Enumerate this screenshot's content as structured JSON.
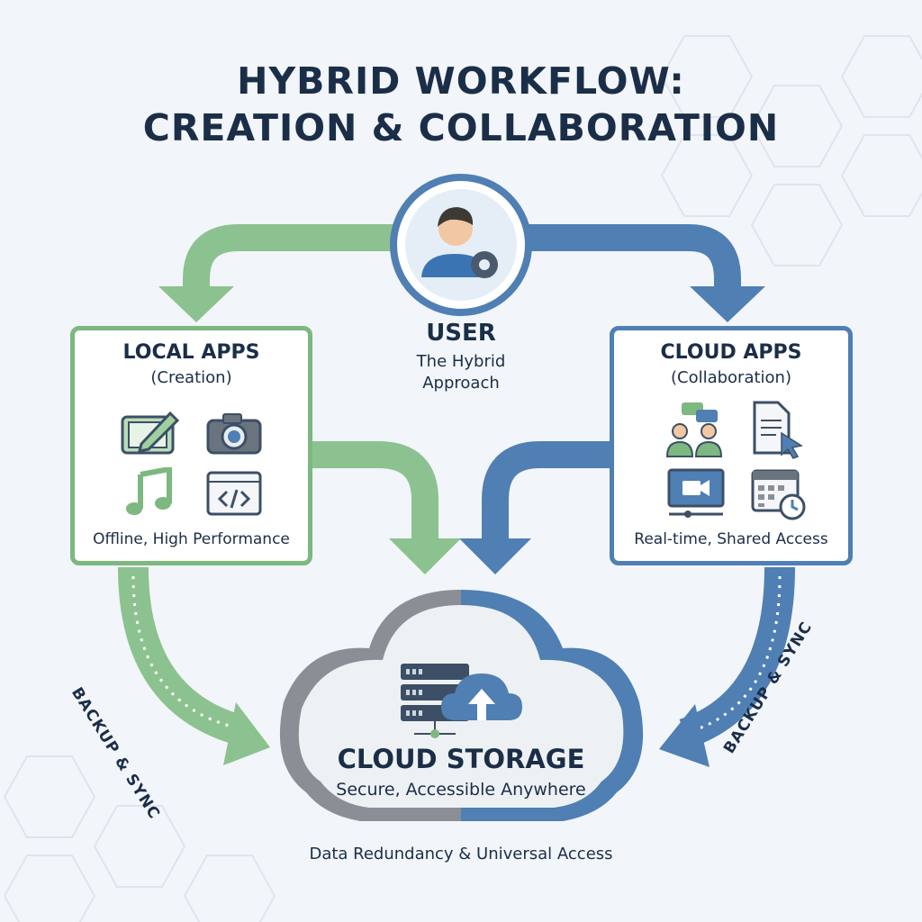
{
  "header": {
    "title_line1": "HYBRID WORKFLOW:",
    "title_line2": "CREATION & COLLABORATION"
  },
  "user": {
    "label": "USER",
    "subtitle_line1": "The Hybrid",
    "subtitle_line2": "Approach",
    "icon": "user-gear-icon"
  },
  "local_apps": {
    "title": "LOCAL APPS",
    "subtitle": "(Creation)",
    "footer": "Offline, High Performance",
    "icons": [
      "tablet-pen-icon",
      "camera-icon",
      "music-note-icon",
      "code-window-icon"
    ]
  },
  "cloud_apps": {
    "title": "CLOUD APPS",
    "subtitle": "(Collaboration)",
    "footer": "Real-time, Shared Access",
    "icons": [
      "team-chat-icon",
      "document-cursor-icon",
      "video-call-icon",
      "calendar-clock-icon"
    ]
  },
  "storage": {
    "title": "CLOUD STORAGE",
    "subtitle": "Secure, Accessible Anywhere",
    "icons": [
      "server-icon",
      "cloud-upload-icon"
    ]
  },
  "flows": {
    "left_label": "BACKUP & SYNC",
    "right_label": "BACKUP & SYNC"
  },
  "footer": "Data Redundancy & Universal Access",
  "colors": {
    "green": "#7cb87f",
    "blue": "#4f7fb3",
    "navy": "#1b2e48",
    "gray": "#8a8f96"
  }
}
